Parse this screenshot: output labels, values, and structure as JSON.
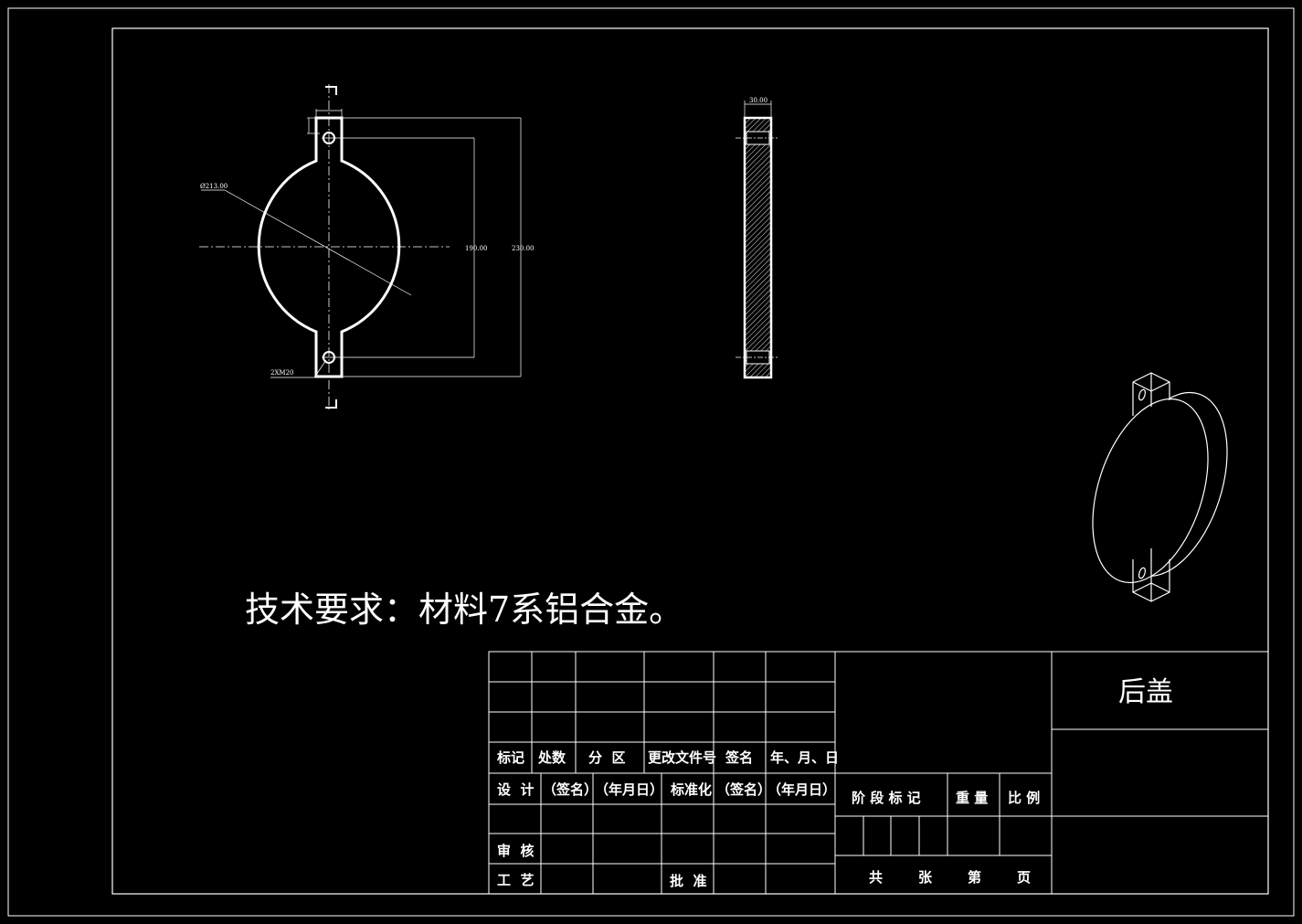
{
  "drawing": {
    "technical_requirements": "技术要求：材料7系铝合金。",
    "part_name": "后盖"
  },
  "dimensions": {
    "diameter": "Ø213.00",
    "bolt_spacing": "190.00",
    "overall_height": "230.00",
    "holes": "2XM20",
    "thickness": "30.00"
  },
  "title_block": {
    "rev_headers": [
      "标记",
      "处数",
      "分  区",
      "更改文件号",
      "签名",
      "年、月、日"
    ],
    "design": "设  计",
    "sig1": "（签名）",
    "date1": "（年月日）",
    "standardize": "标准化",
    "sig2": "（签名）",
    "date2": "（年月日）",
    "review": "审  核",
    "process": "工  艺",
    "approve": "批  准",
    "stage_mark": "阶 段 标 记",
    "weight": "重 量",
    "scale": "比 例",
    "sheets": "共",
    "sheet_unit": "张",
    "sheet_no": "第",
    "page_unit": "页"
  },
  "colors": {
    "background": "#000000",
    "lines": "#ffffff"
  }
}
